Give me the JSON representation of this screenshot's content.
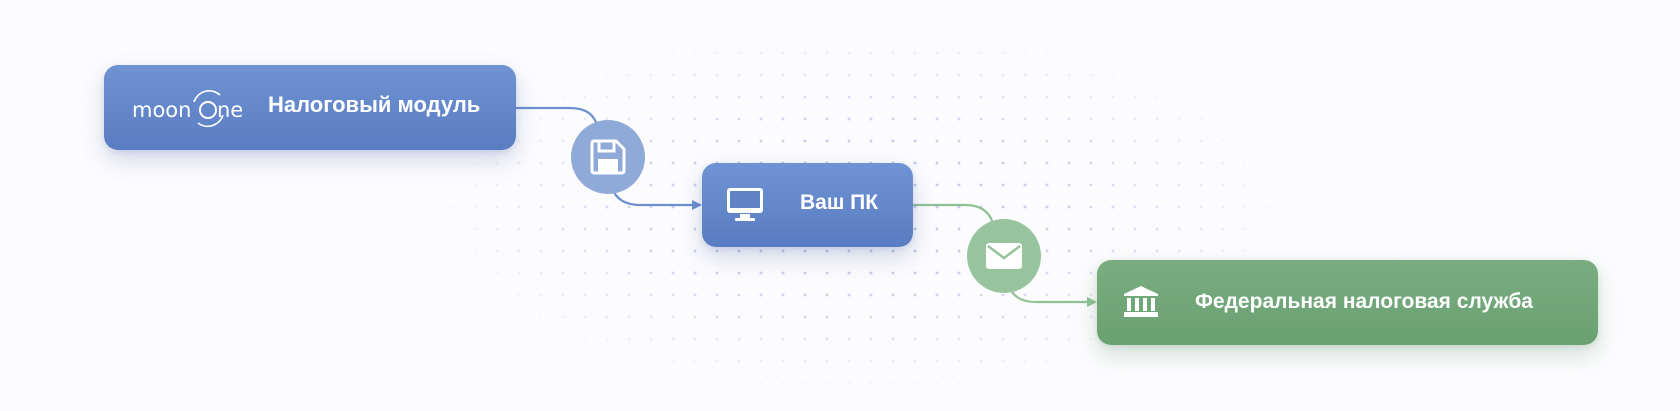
{
  "nodes": {
    "tax_module": {
      "logo_text": "moonone",
      "label": "Налоговый модуль"
    },
    "your_pc": {
      "label": "Ваш ПК",
      "icon": "monitor-icon"
    },
    "fns": {
      "label": "Федеральная налоговая служба",
      "icon": "bank-icon"
    }
  },
  "badges": {
    "save": {
      "icon": "floppy-disk-icon"
    },
    "mail": {
      "icon": "envelope-icon"
    }
  },
  "colors": {
    "blue_node": "#6688cc",
    "green_node": "#72a879",
    "blue_connector": "#6b8fd0",
    "green_connector": "#8fc295",
    "blue_badge": "#8fa9d8",
    "green_badge": "#97c49c"
  }
}
